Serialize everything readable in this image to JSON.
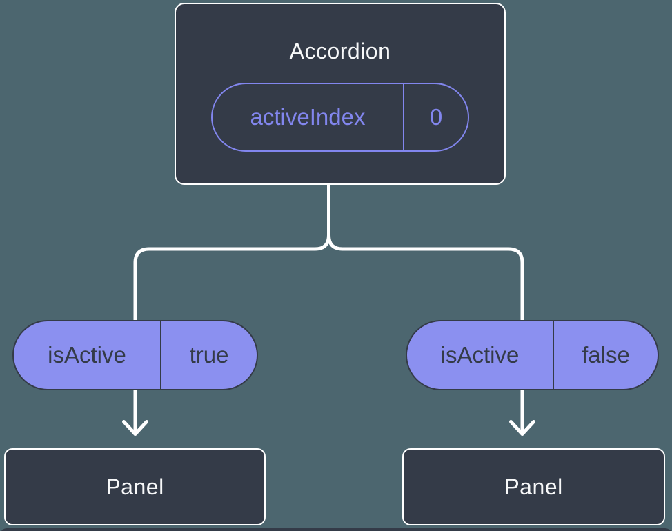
{
  "diagram": {
    "root": {
      "title": "Accordion",
      "state": {
        "label": "activeIndex",
        "value": "0"
      }
    },
    "children": [
      {
        "prop": {
          "label": "isActive",
          "value": "true"
        },
        "child": {
          "title": "Panel"
        }
      },
      {
        "prop": {
          "label": "isActive",
          "value": "false"
        },
        "child": {
          "title": "Panel"
        }
      }
    ]
  },
  "colors": {
    "background": "#4c666f",
    "node_fill": "#343b48",
    "node_border": "#ffffff",
    "node_text": "#f7f8f9",
    "state_accent": "#8286ee",
    "prop_fill": "#8b90f0",
    "prop_text": "#343b48",
    "connector": "#ffffff"
  }
}
